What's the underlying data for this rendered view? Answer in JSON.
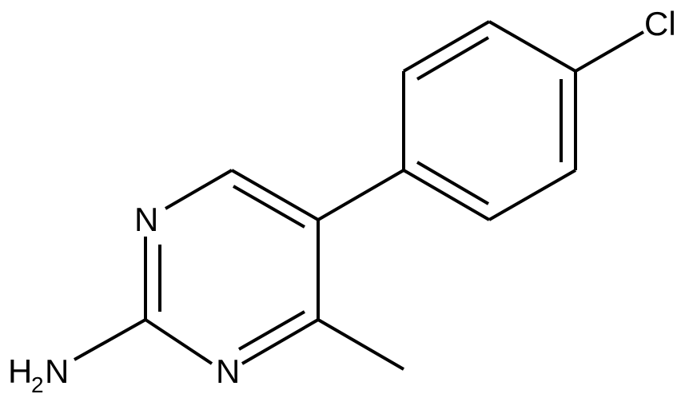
{
  "molecule": {
    "atoms": {
      "n1": "N",
      "n3": "N",
      "amine_h": "H",
      "amine_h_count": "2",
      "amine_n": "N",
      "chlorine": "Cl"
    },
    "colors": {
      "bond": "#000000",
      "label": "#000000",
      "background": "#ffffff"
    }
  }
}
